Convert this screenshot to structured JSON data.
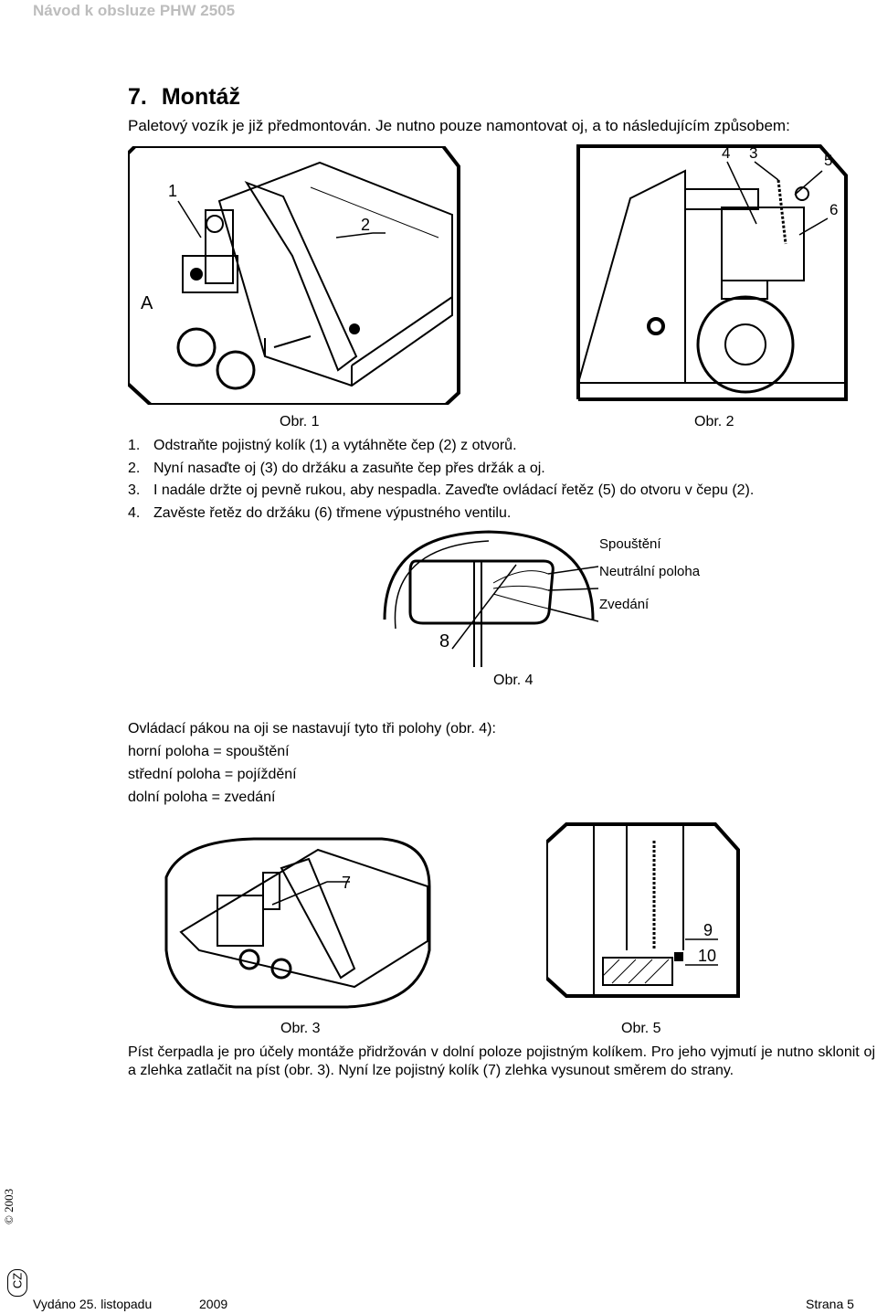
{
  "header": {
    "title": "Návod k obsluze PHW 2505"
  },
  "section": {
    "number": "7.",
    "title": "Montáž"
  },
  "intro": "Paletový vozík je již předmontován. Je nutno pouze namontovat oj, a to následujícím způsobem:",
  "figures": {
    "fig1": {
      "caption": "Obr. 1",
      "labels": [
        "1",
        "2",
        "A"
      ]
    },
    "fig2": {
      "caption": "Obr. 2",
      "labels": [
        "4",
        "3",
        "5",
        "6"
      ]
    },
    "fig4": {
      "caption": "Obr. 4",
      "labels": [
        "8"
      ],
      "positions": [
        "Spouštění",
        "Neutrální poloha",
        "Zvedání"
      ]
    },
    "fig3": {
      "caption": "Obr. 3",
      "labels": [
        "7"
      ]
    },
    "fig5": {
      "caption": "Obr. 5",
      "labels": [
        "9",
        "10"
      ]
    }
  },
  "steps": [
    {
      "num": "1.",
      "text": "Odstraňte pojistný kolík (1) a vytáhněte čep (2) z otvorů."
    },
    {
      "num": "2.",
      "text": "Nyní nasaďte oj (3) do držáku a zasuňte čep přes držák a oj."
    },
    {
      "num": "3.",
      "text": "I nadále držte oj pevně rukou, aby nespadla. Zaveďte ovládací řetěz (5) do otvoru v čepu (2)."
    },
    {
      "num": "4.",
      "text": "Zavěste řetěz do držáku (6) třmene výpustného ventilu."
    }
  ],
  "modes": {
    "intro": "Ovládací pákou na oji se nastavují tyto tři polohy (obr. 4):",
    "upper": "horní poloha = spouštění",
    "middle": "střední poloha = pojíždění",
    "lower": "dolní poloha = zvedání"
  },
  "paragraph": "Píst čerpadla je pro účely montáže přidržován v dolní poloze pojistným kolíkem. Pro jeho vyjmutí je nutno sklonit oj a zlehka zatlačit na píst (obr. 3). Nyní lze pojistný kolík (7) zlehka vysunout směrem do strany.",
  "footer": {
    "issued": "Vydáno 25. listopadu",
    "year": "2009",
    "page": "Strana 5"
  },
  "side": {
    "lang": "CZ",
    "copyright": "© 2003"
  }
}
